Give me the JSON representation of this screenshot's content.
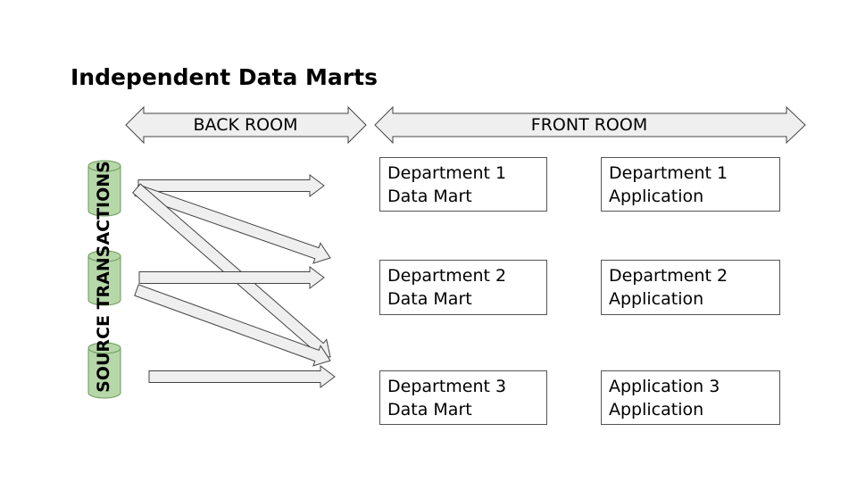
{
  "title": "Independent Data Marts",
  "back_room": {
    "label": "BACK ROOM"
  },
  "front_room": {
    "label": "FRONT ROOM"
  },
  "source": {
    "label": "SOURCE TRANSACTIONS"
  },
  "data_marts": [
    {
      "line1": "Department 1",
      "line2": "Data Mart"
    },
    {
      "line1": "Department 2",
      "line2": "Data Mart"
    },
    {
      "line1": "Department 3",
      "line2": "Data Mart"
    }
  ],
  "applications": [
    {
      "line1": "Department 1",
      "line2": "Application"
    },
    {
      "line1": "Department 2",
      "line2": "Application"
    },
    {
      "line1": "Application 3",
      "line2": "Application"
    }
  ],
  "colors": {
    "cylinder_fill": "#b6d7a8",
    "cylinder_stroke": "#6a9a5a",
    "arrow_fill": "#efefef",
    "arrow_stroke": "#444444",
    "box_stroke": "#555555"
  }
}
